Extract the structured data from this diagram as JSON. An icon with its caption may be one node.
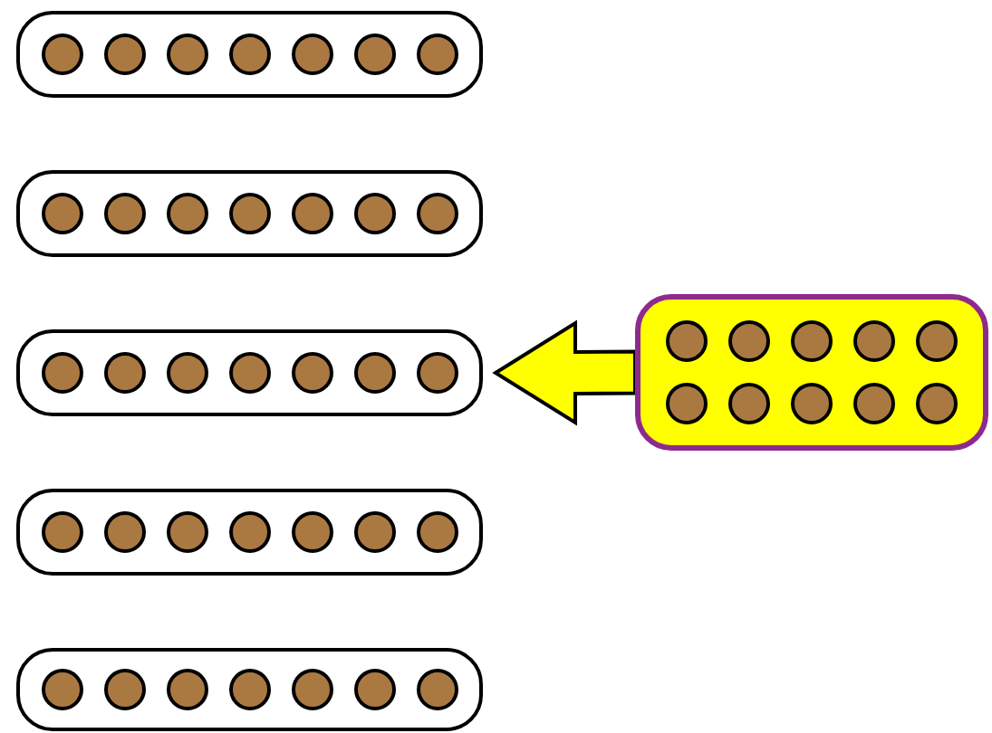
{
  "diagram": {
    "nodes": [
      {
        "text": [],
        "shape": "box"
      },
      {
        "text": [],
        "shape": "box"
      },
      {
        "text": [],
        "shape": "box"
      },
      {
        "text": [],
        "shape": "box"
      },
      {
        "text": [],
        "shape": "box"
      },
      {
        "text": [],
        "shape": "box"
      }
    ],
    "edges": [
      {
        "from": 5,
        "to": 2,
        "arrow": "to"
      }
    ]
  }
}
